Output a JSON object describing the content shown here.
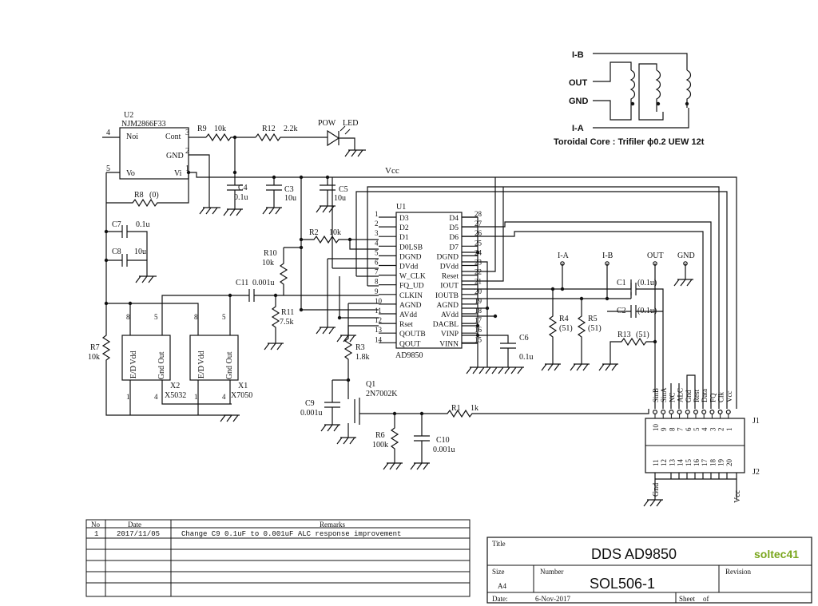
{
  "toroid": {
    "labels": [
      "I-B",
      "OUT",
      "GND",
      "I-A"
    ],
    "note": "Toroidal Core : Trifiler ϕ0.2 UEW 12t"
  },
  "u2": {
    "ref": "U2",
    "part": "NJM2866F33",
    "pins": {
      "noi": "Noi",
      "cont": "Cont",
      "gnd": "GND",
      "vo": "Vo",
      "vi": "Vi",
      "n4": "4",
      "n3": "3",
      "n2": "2",
      "n5": "5",
      "n1": "1"
    }
  },
  "led": {
    "pow": "POW",
    "led": "LED"
  },
  "vcc": "Vcc",
  "components": {
    "R9": {
      "ref": "R9",
      "val": "10k"
    },
    "R12": {
      "ref": "R12",
      "val": "2.2k"
    },
    "R8": {
      "ref": "R8",
      "val": "(0)"
    },
    "C4": {
      "ref": "C4",
      "val": "0.1u"
    },
    "C3": {
      "ref": "C3",
      "val": "10u"
    },
    "C5": {
      "ref": "C5",
      "val": "10u"
    },
    "C7": {
      "ref": "C7",
      "val": "0.1u"
    },
    "C8": {
      "ref": "C8",
      "val": "10u"
    },
    "R10": {
      "ref": "R10",
      "val": "10k"
    },
    "R2": {
      "ref": "R2",
      "val": "10k"
    },
    "C11": {
      "ref": "C11",
      "val": "0.001u"
    },
    "R11": {
      "ref": "R11",
      "val": "7.5k"
    },
    "R7": {
      "ref": "R7",
      "val": "10k"
    },
    "R3": {
      "ref": "R3",
      "val": "1.8k"
    },
    "Q1": {
      "ref": "Q1",
      "val": "2N7002K"
    },
    "C9": {
      "ref": "C9",
      "val": "0.001u"
    },
    "R6": {
      "ref": "R6",
      "val": "100k"
    },
    "C10": {
      "ref": "C10",
      "val": "0.001u"
    },
    "R1": {
      "ref": "R1",
      "val": "1k"
    },
    "C6": {
      "ref": "C6",
      "val": "0.1u"
    },
    "R4": {
      "ref": "R4",
      "val": "(51)"
    },
    "R5": {
      "ref": "R5",
      "val": "(51)"
    },
    "C1": {
      "ref": "C1",
      "val": "(0.1u)"
    },
    "C2": {
      "ref": "C2",
      "val": "(0.1u)"
    },
    "R13": {
      "ref": "R13",
      "val": "(51)"
    }
  },
  "u1": {
    "ref": "U1",
    "part": "AD9850",
    "left_pins": [
      {
        "num": "1",
        "name": "D3"
      },
      {
        "num": "2",
        "name": "D2"
      },
      {
        "num": "3",
        "name": "D1"
      },
      {
        "num": "4",
        "name": "D0LSB"
      },
      {
        "num": "5",
        "name": "DGND"
      },
      {
        "num": "6",
        "name": "DVdd"
      },
      {
        "num": "7",
        "name": "W_CLK"
      },
      {
        "num": "8",
        "name": "FQ_UD"
      },
      {
        "num": "9",
        "name": "CLKIN"
      },
      {
        "num": "10",
        "name": "AGND"
      },
      {
        "num": "11",
        "name": "AVdd"
      },
      {
        "num": "12",
        "name": "Rset"
      },
      {
        "num": "13",
        "name": "QOUTB"
      },
      {
        "num": "14",
        "name": "QOUT"
      }
    ],
    "right_pins": [
      {
        "num": "28",
        "name": "D4"
      },
      {
        "num": "27",
        "name": "D5"
      },
      {
        "num": "26",
        "name": "D6"
      },
      {
        "num": "25",
        "name": "D7"
      },
      {
        "num": "24",
        "name": "DGND"
      },
      {
        "num": "23",
        "name": "DVdd"
      },
      {
        "num": "22",
        "name": "Reset"
      },
      {
        "num": "21",
        "name": "IOUT"
      },
      {
        "num": "20",
        "name": "IOUTB"
      },
      {
        "num": "19",
        "name": "AGND"
      },
      {
        "num": "18",
        "name": "AVdd"
      },
      {
        "num": "17",
        "name": "DACBL"
      },
      {
        "num": "16",
        "name": "VINP"
      },
      {
        "num": "15",
        "name": "VINN"
      }
    ]
  },
  "osc": {
    "x2": {
      "ref": "X2",
      "part": "X5032"
    },
    "x1": {
      "ref": "X1",
      "part": "X7050"
    },
    "vdd": "Vdd",
    "out": "Out",
    "ed": "E/D",
    "gnd": "Gnd",
    "n8": "8",
    "n5": "5",
    "n1": "1",
    "n4": "4"
  },
  "ports": [
    "I-A",
    "I-B",
    "OUT",
    "GND"
  ],
  "connector": {
    "j1": "J1",
    "j2": "J2",
    "top_signals": [
      "SinB",
      "SinA",
      "NC",
      "ALC",
      "Gnd",
      "Rest",
      "Data",
      "FQ",
      "Clk",
      "Vcc"
    ],
    "top_pins": [
      "10",
      "9",
      "8",
      "7",
      "6",
      "5",
      "4",
      "3",
      "2",
      "1"
    ],
    "bottom_pins": [
      "11",
      "12",
      "13",
      "14",
      "15",
      "16",
      "17",
      "18",
      "19",
      "20"
    ],
    "bottom_left": "Gnd",
    "bottom_right": "Vcc"
  },
  "revisions": {
    "headers": [
      "No",
      "Date",
      "Remarks"
    ],
    "rows": [
      {
        "no": "1",
        "date": "2017/11/05",
        "remarks": "Change C9 0.1uF to 0.001uF  ALC response improvement"
      }
    ]
  },
  "title_block": {
    "title_label": "Title",
    "title": "DDS AD9850",
    "company": "soltec41",
    "size_label": "Size",
    "size": "A4",
    "number_label": "Number",
    "number": "SOL506-1",
    "revision_label": "Revision",
    "date_label": "Date:",
    "date": "6-Nov-2017",
    "sheet_label": "Sheet",
    "of_label": "of"
  },
  "colors": {
    "company": "#7aa61d",
    "ink": "#111111"
  }
}
